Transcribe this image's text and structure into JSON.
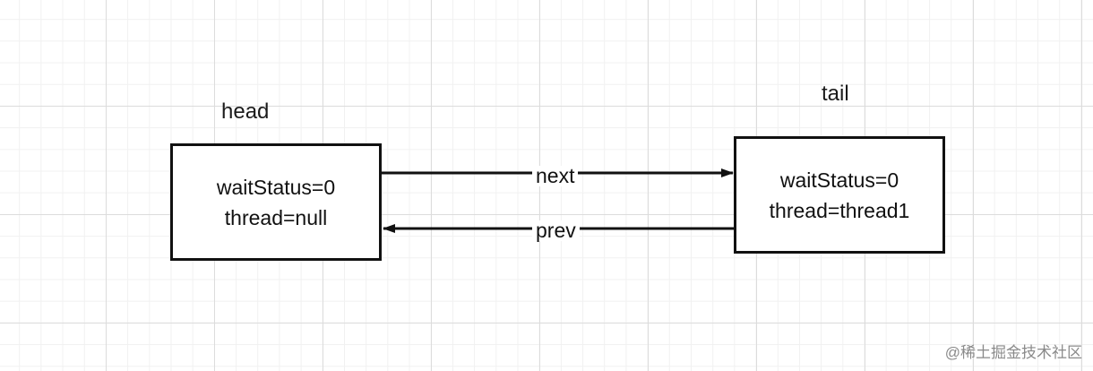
{
  "nodes": {
    "head": {
      "title": "head",
      "line1": "waitStatus=0",
      "line2": "thread=null"
    },
    "tail": {
      "title": "tail",
      "line1": "waitStatus=0",
      "line2": "thread=thread1"
    }
  },
  "edges": {
    "next_label": "next",
    "prev_label": "prev"
  },
  "watermark": "@稀土掘金技术社区",
  "colors": {
    "stroke": "#111111",
    "grid": "#dcdcdc"
  }
}
